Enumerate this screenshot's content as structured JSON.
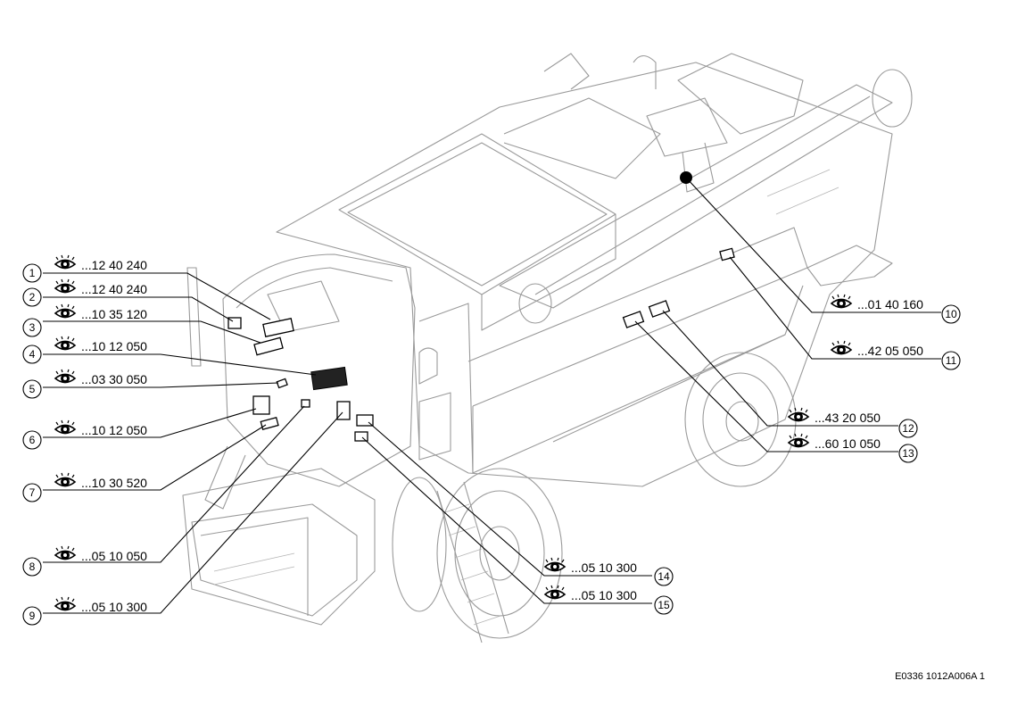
{
  "callouts": [
    {
      "num": "1",
      "code": "...12 40 240"
    },
    {
      "num": "2",
      "code": "...12 40 240"
    },
    {
      "num": "3",
      "code": "...10 35 120"
    },
    {
      "num": "4",
      "code": "...10 12 050"
    },
    {
      "num": "5",
      "code": "...03 30 050"
    },
    {
      "num": "6",
      "code": "...10 12 050"
    },
    {
      "num": "7",
      "code": "...10 30 520"
    },
    {
      "num": "8",
      "code": "...05 10 050"
    },
    {
      "num": "9",
      "code": "...05 10 300"
    },
    {
      "num": "10",
      "code": "...01 40 160"
    },
    {
      "num": "11",
      "code": "...42 05 050"
    },
    {
      "num": "12",
      "code": "...43 20 050"
    },
    {
      "num": "13",
      "code": "...60 10 050"
    },
    {
      "num": "14",
      "code": "...05 10 300"
    },
    {
      "num": "15",
      "code": "...05 10 300"
    }
  ],
  "icon": "eye-icon",
  "footer_code": "E0336 1012A006A 1"
}
